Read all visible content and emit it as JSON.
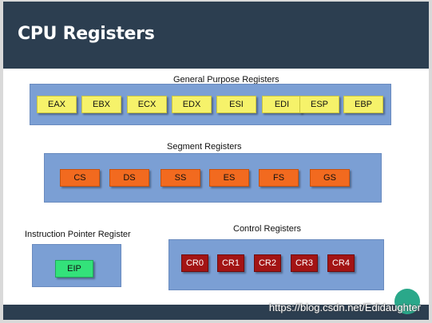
{
  "slide": {
    "title": "CPU Registers",
    "watermark": "https://blog.csdn.net/Edidaughter"
  },
  "general_purpose": {
    "label": "General Purpose Registers",
    "registers": [
      "EAX",
      "EBX",
      "ECX",
      "EDX",
      "ESI",
      "EDI",
      "ESP",
      "EBP"
    ]
  },
  "segment": {
    "label": "Segment Registers",
    "registers": [
      "CS",
      "DS",
      "SS",
      "ES",
      "FS",
      "GS"
    ]
  },
  "instruction_pointer": {
    "label": "Instruction Pointer Register",
    "registers": [
      "EIP"
    ]
  },
  "control": {
    "label": "Control Registers",
    "registers": [
      "CR0",
      "CR1",
      "CR2",
      "CR3",
      "CR4"
    ]
  },
  "colors": {
    "header": "#2c3e50",
    "group_box": "#7b9fd4",
    "general_purpose": "#f6f26a",
    "segment": "#f26a1f",
    "instruction_pointer": "#33e27a",
    "control": "#a31414"
  }
}
